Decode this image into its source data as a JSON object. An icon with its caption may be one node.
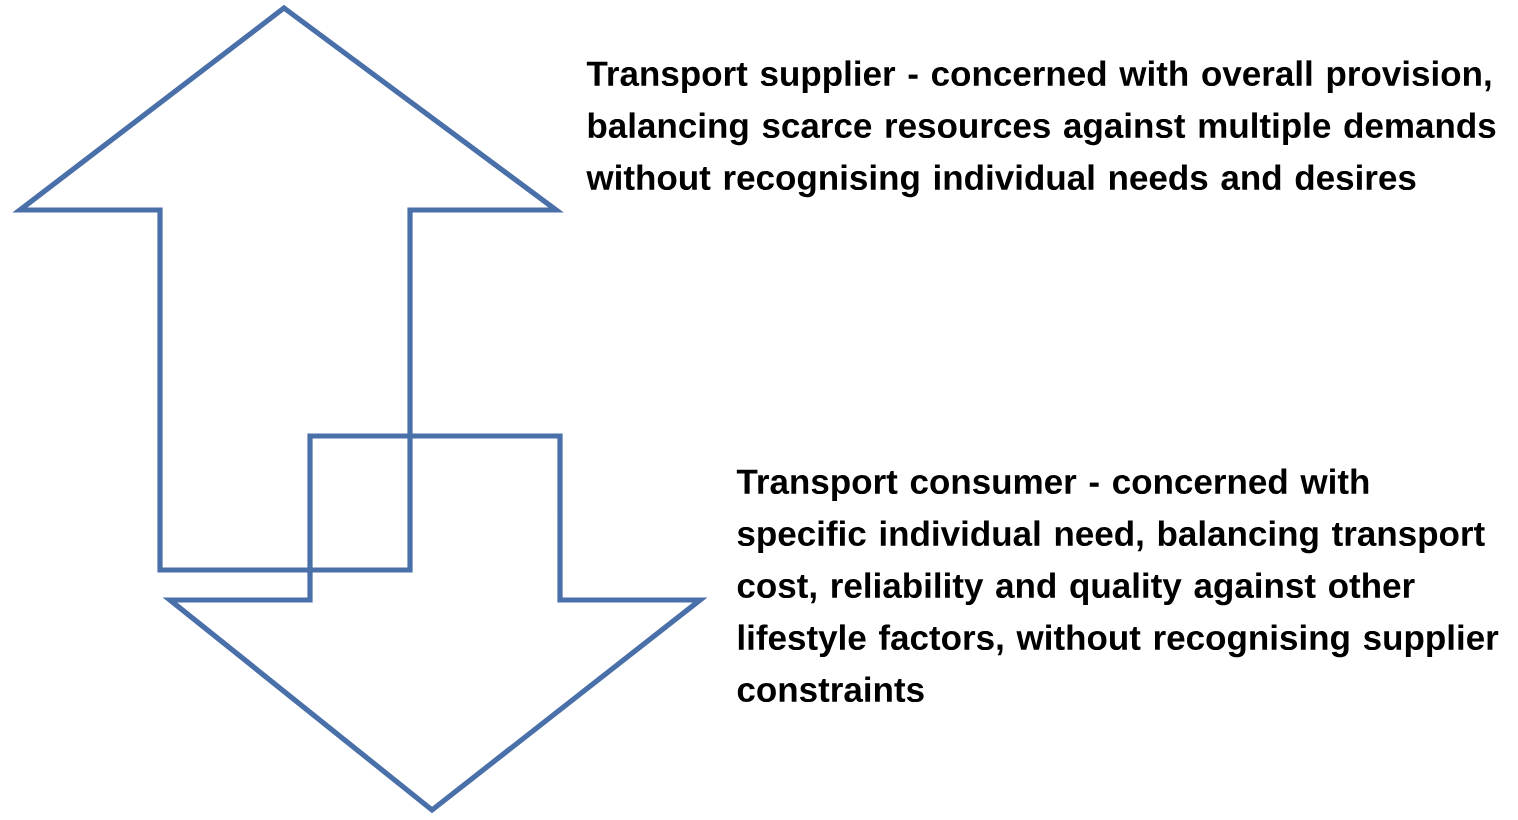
{
  "diagram": {
    "nodes": [
      {
        "text": [],
        "shape": "arrow",
        "beside": [
          "Transport supplier - concerned with overall provision, balancing scarce resources against multiple demands without recognising individual needs and desires"
        ]
      },
      {
        "text": [],
        "shape": "arrow",
        "beside": [
          "Transport consumer - concerned with specific individual need, balancing transport cost, reliability and quality against other lifestyle factors, without recognising supplier constraints"
        ]
      }
    ]
  }
}
